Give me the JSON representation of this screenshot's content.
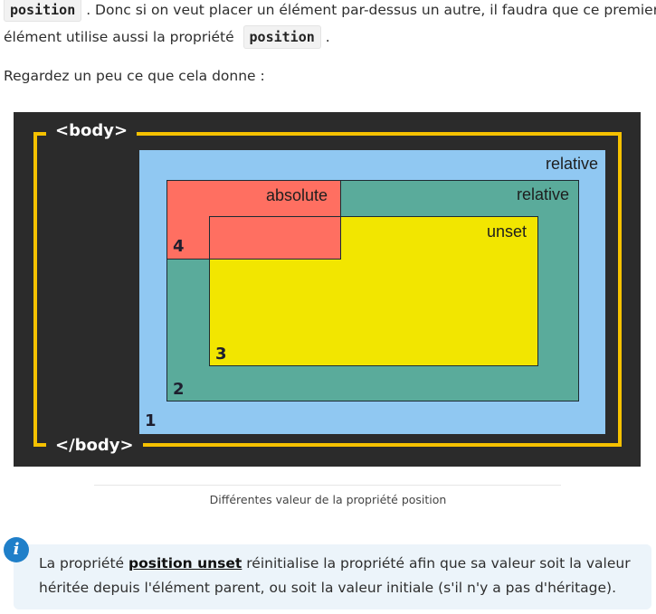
{
  "intro": {
    "code1": "position",
    "text1": ". Donc si on veut placer un élément par-dessus un autre, il faudra que ce premier",
    "text2": "élément utilise aussi la propriété",
    "code2": "position",
    "text3": ".",
    "text4": "Regardez un peu ce que cela donne :"
  },
  "figure": {
    "body_open": "<body>",
    "body_close": "</body>",
    "box1": {
      "label": "relative",
      "number": "1"
    },
    "box2": {
      "label": "relative",
      "number": "2"
    },
    "box3": {
      "label": "unset",
      "number": "3"
    },
    "box4": {
      "label": "absolute",
      "number": "4"
    },
    "colors": {
      "background": "#2b2b2b",
      "frame": "#f5c100",
      "box1": "#90c8f2",
      "box2": "#5aab9b",
      "box3": "#f2e600",
      "box4": "#ff6f61"
    }
  },
  "caption": "Différentes valeur de la propriété position",
  "note": {
    "icon": "info-icon",
    "before": "La propriété ",
    "strong": "position unset",
    "after": " réinitialise la propriété afin que sa valeur soit la valeur",
    "line2": "héritée depuis l'élément parent, ou soit la valeur initiale (s'il n'y a pas d'héritage)."
  }
}
